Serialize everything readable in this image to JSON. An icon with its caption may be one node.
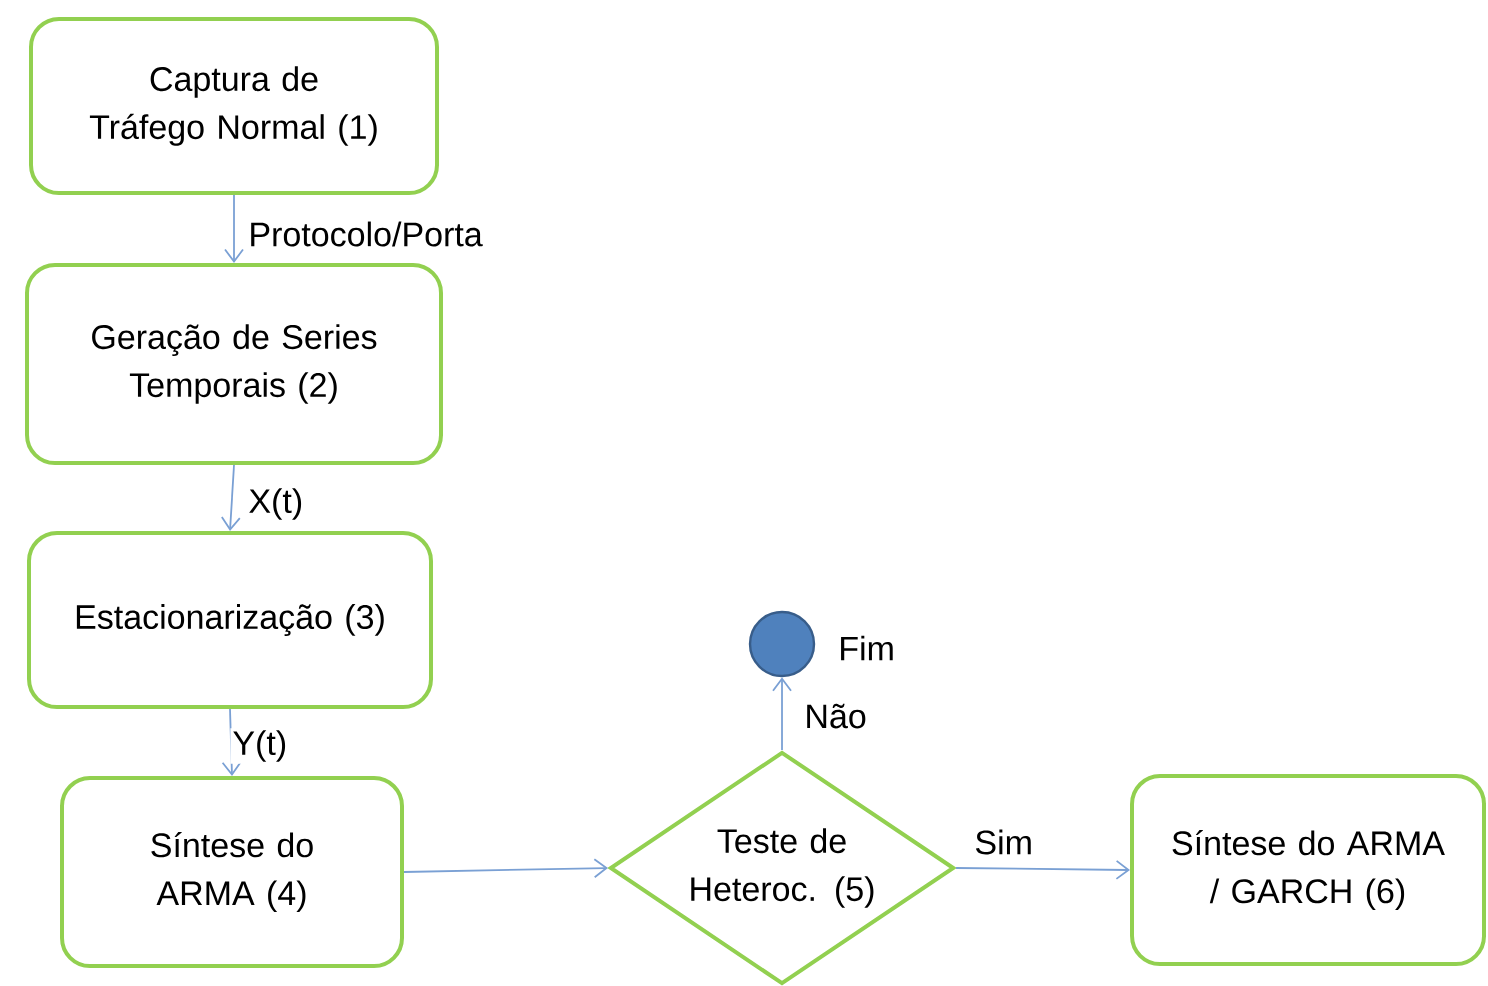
{
  "diagram": {
    "nodes": [
      {
        "text": [
          "Captura de Tráfego Normal (1)"
        ]
      },
      {
        "text": [
          "Geração de Series Temporais (2)"
        ]
      },
      {
        "text": [
          "Estacionarização (3)"
        ]
      },
      {
        "text": [
          "Síntese do ARMA (4)"
        ]
      },
      {
        "text": [
          "Teste de Heteroc. (5)"
        ]
      },
      {
        "text": [
          "Síntese do ARMA / GARCH (6)"
        ]
      },
      {
        "text": [],
        "shape": "circle",
        "beside": [
          "Fim"
        ]
      }
    ],
    "edges": [
      {
        "from": 0,
        "to": 1,
        "arrow": "to",
        "label": "Protocolo/Porta"
      },
      {
        "from": 1,
        "to": 2,
        "arrow": "to",
        "label": "X(t)"
      },
      {
        "from": 2,
        "to": 3,
        "arrow": "to",
        "label": "Y(t)"
      },
      {
        "from": 3,
        "to": 4,
        "arrow": "to"
      },
      {
        "from": 4,
        "to": 6,
        "arrow": "to",
        "label": "Não"
      },
      {
        "from": 4,
        "to": 5,
        "arrow": "to",
        "label": "Sim"
      }
    ]
  }
}
